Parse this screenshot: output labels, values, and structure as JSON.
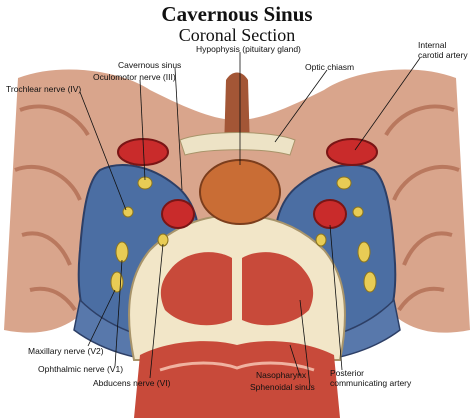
{
  "title": "Cavernous Sinus",
  "subtitle": "Coronal Section",
  "labels": {
    "hypophysis": "Hypophysis (pituitary gland)",
    "cavernous_sinus": "Cavernous sinus",
    "optic_chiasm": "Optic chiasm",
    "internal_carotid": "Internal\ncarotid artery",
    "oculomotor": "Oculomotor nerve (III)",
    "trochlear": "Trochlear nerve (IV)",
    "maxillary": "Maxillary nerve (V2)",
    "ophthalmic": "Ophthalmic nerve (V1)",
    "abducens": "Abducens nerve (VI)",
    "nasopharynx": "Nasopharynx",
    "sphenoidal": "Sphenoidal sinus",
    "posterior_comm": "Posterior\ncommunicating artery"
  },
  "colors": {
    "brain": "#d9a58c",
    "brain_fold": "#b9785e",
    "sinus": "#4b6ea3",
    "sinus_dark": "#2d3f66",
    "artery": "#c92b2b",
    "nerve": "#e8cc55",
    "bone": "#f2e6c8",
    "pituitary": "#c96d35",
    "mucosa": "#c84a3a"
  }
}
